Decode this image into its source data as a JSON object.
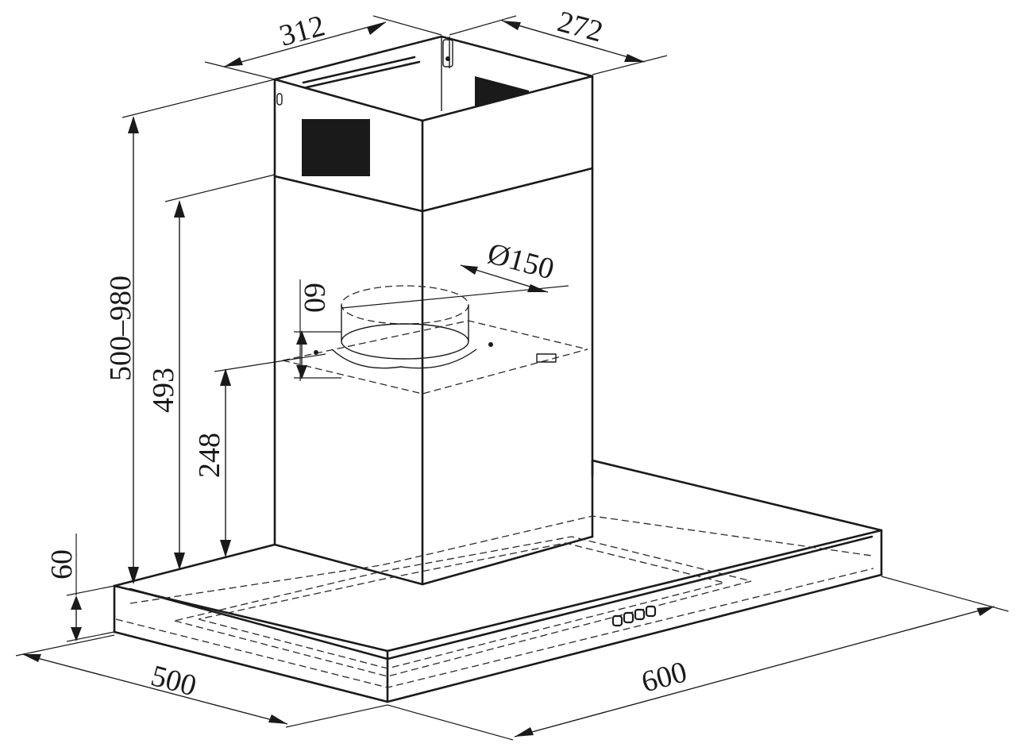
{
  "diagram": {
    "dimensions": {
      "chimney_width": "312",
      "chimney_depth": "272",
      "total_height_range": "500–980",
      "lower_chimney_height": "493",
      "motor_height": "248",
      "hood_thickness": "60",
      "hood_depth": "500",
      "hood_width": "600",
      "outlet_diameter": "Ø150",
      "outlet_height": "60"
    },
    "control_buttons": 4
  }
}
